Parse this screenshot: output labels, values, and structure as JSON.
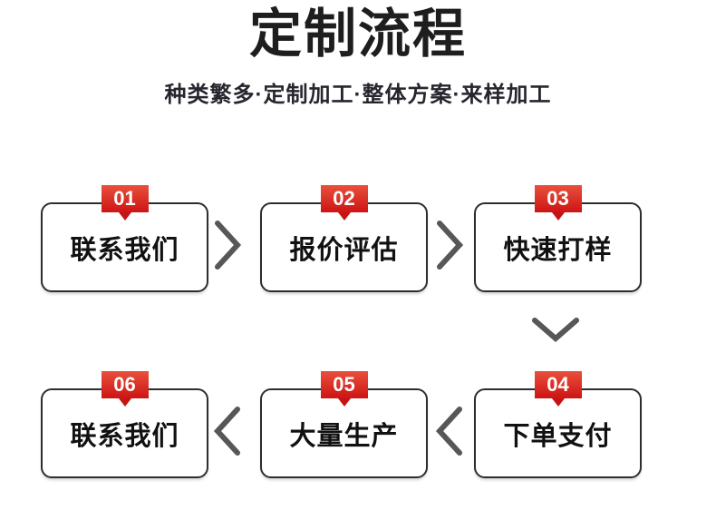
{
  "header": {
    "title": "定制流程",
    "subtitle": "种类繁多·定制加工·整体方案·来样加工"
  },
  "steps": [
    {
      "num": "01",
      "label": "联系我们"
    },
    {
      "num": "02",
      "label": "报价评估"
    },
    {
      "num": "03",
      "label": "快速打样"
    },
    {
      "num": "04",
      "label": "下单支付"
    },
    {
      "num": "05",
      "label": "大量生产"
    },
    {
      "num": "06",
      "label": "联系我们"
    }
  ],
  "flow": {
    "connections": [
      {
        "from": "01",
        "to": "02",
        "icon": "chevron-right-icon"
      },
      {
        "from": "02",
        "to": "03",
        "icon": "chevron-right-icon"
      },
      {
        "from": "03",
        "to": "04",
        "icon": "chevron-down-icon"
      },
      {
        "from": "04",
        "to": "05",
        "icon": "chevron-left-icon"
      },
      {
        "from": "05",
        "to": "06",
        "icon": "chevron-left-icon"
      }
    ]
  },
  "colors": {
    "badge_red_top": "#e9503c",
    "badge_red_bottom": "#cd1414",
    "badge_pointer": "#c41414",
    "arrow_gray": "#575757",
    "box_border": "#2d2d2d",
    "title_color": "#1e1e1e",
    "subtitle_color": "#26262e",
    "step_text": "#111111"
  }
}
